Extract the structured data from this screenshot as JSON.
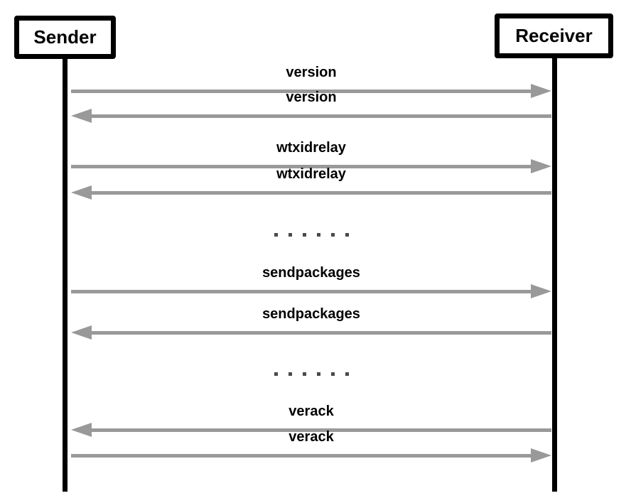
{
  "diagram": {
    "title": "peer-to-peer handshake sequence",
    "participants": [
      {
        "id": "sender",
        "label": "Sender"
      },
      {
        "id": "receiver",
        "label": "Receiver"
      }
    ],
    "messages": [
      {
        "type": "message",
        "label": "version",
        "from": "sender",
        "to": "receiver",
        "direction": "right"
      },
      {
        "type": "message",
        "label": "version",
        "from": "receiver",
        "to": "sender",
        "direction": "left"
      },
      {
        "type": "message",
        "label": "wtxidrelay",
        "from": "sender",
        "to": "receiver",
        "direction": "right"
      },
      {
        "type": "message",
        "label": "wtxidrelay",
        "from": "receiver",
        "to": "sender",
        "direction": "left"
      },
      {
        "type": "ellipsis",
        "dot_count": 6
      },
      {
        "type": "message",
        "label": "sendpackages",
        "from": "sender",
        "to": "receiver",
        "direction": "right"
      },
      {
        "type": "message",
        "label": "sendpackages",
        "from": "receiver",
        "to": "sender",
        "direction": "left"
      },
      {
        "type": "ellipsis",
        "dot_count": 6
      },
      {
        "type": "message",
        "label": "verack",
        "from": "receiver",
        "to": "sender",
        "direction": "left"
      },
      {
        "type": "message",
        "label": "verack",
        "from": "sender",
        "to": "receiver",
        "direction": "right"
      }
    ],
    "colors": {
      "arrow": "#999999",
      "lifeline": "#000000",
      "label": "#000000",
      "dot": "#4a4a4a",
      "background": "#ffffff"
    }
  }
}
